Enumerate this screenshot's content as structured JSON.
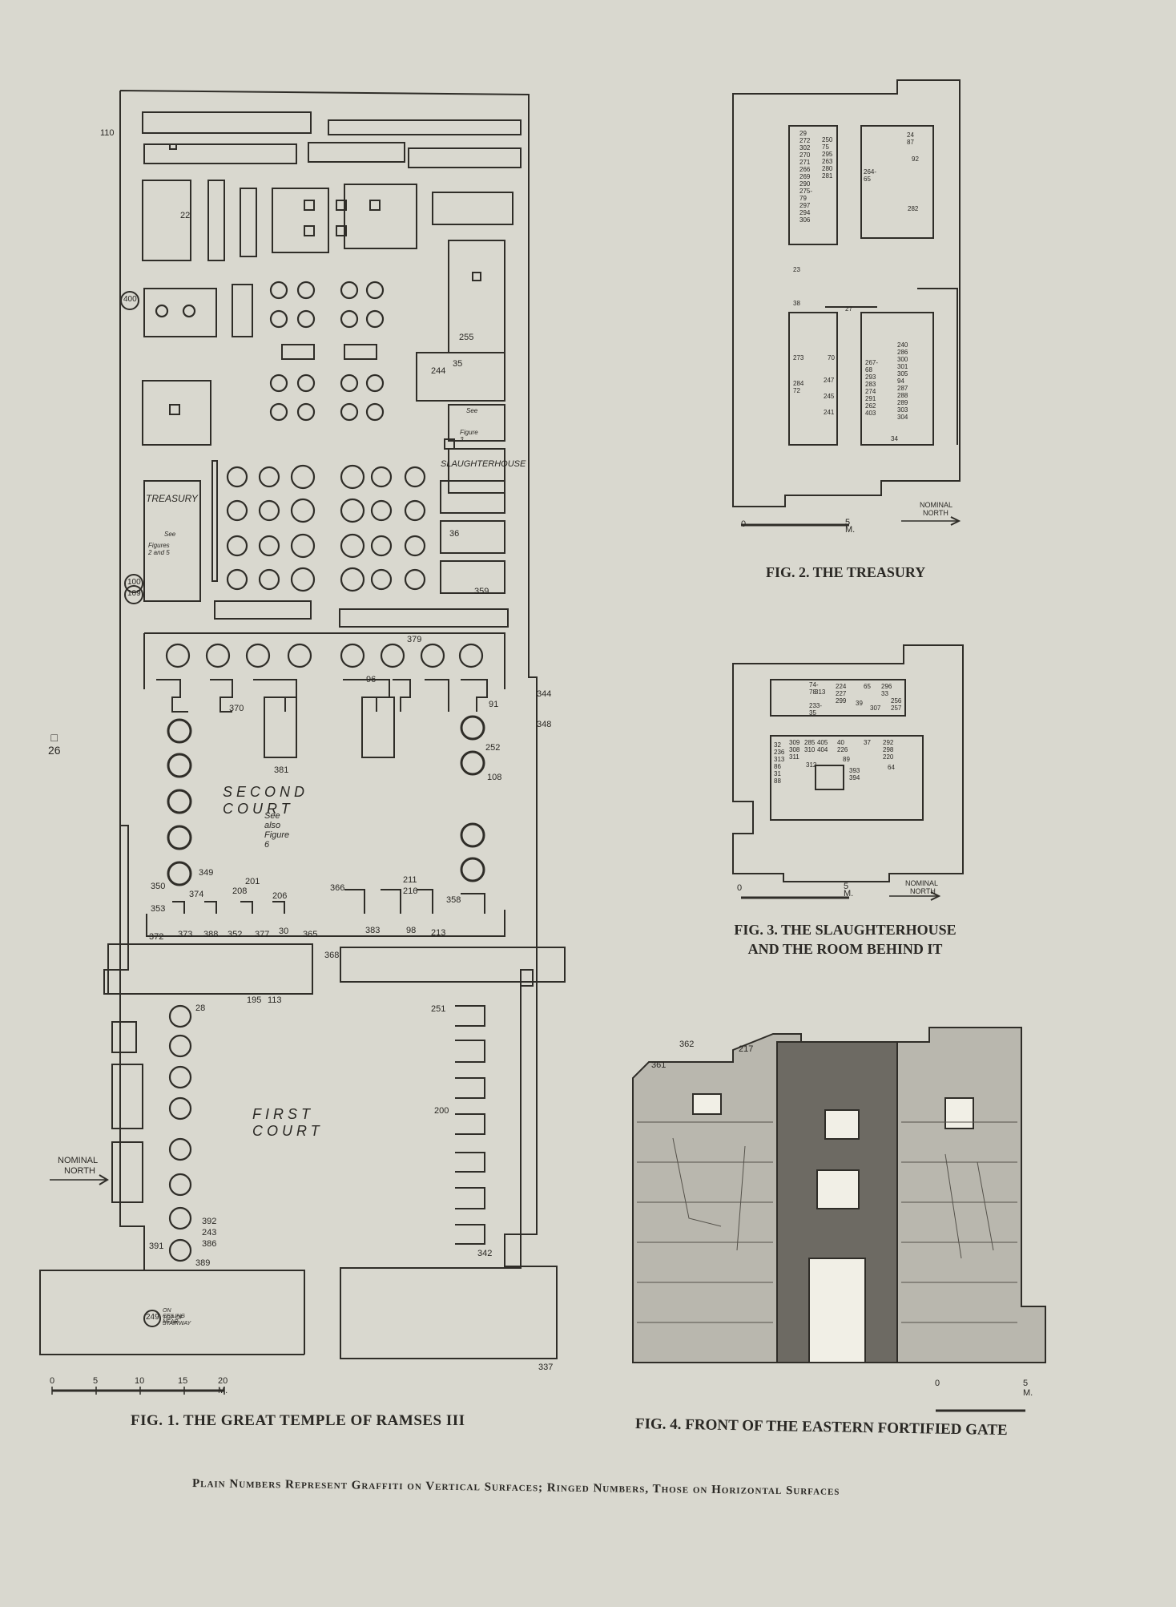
{
  "side_note": [
    "□",
    "26"
  ],
  "fig1": {
    "caption": "FIG. 1. THE GREAT TEMPLE OF RAMSES III",
    "second_court": "SECOND COURT",
    "see_also": "See also Figure 6",
    "first_court": "FIRST COURT",
    "treasury": "TREASURY",
    "see_treasury": [
      "See",
      "Figures 2 and 5"
    ],
    "slaughterhouse": "SLAUGHTERHOUSE",
    "see_slaughter": [
      "See",
      "Figure 3"
    ],
    "nominal_north": [
      "NOMINAL",
      "NORTH"
    ],
    "ceiling_note": [
      "ON CEILING NEAR",
      "TOP OF STAIRWAY"
    ],
    "scale": [
      "0",
      "5",
      "10",
      "15",
      "20 M."
    ],
    "numbers": [
      "110",
      "22",
      "255",
      "35",
      "244",
      "36",
      "359",
      "379",
      "96",
      "91",
      "344",
      "348",
      "252",
      "108",
      "370",
      "381",
      "349",
      "350",
      "353",
      "374",
      "201",
      "208",
      "206",
      "366",
      "211",
      "216",
      "358",
      "372",
      "373",
      "388",
      "352",
      "377",
      "30",
      "365",
      "383",
      "98",
      "213",
      "368",
      "195",
      "113",
      "28",
      "251",
      "200",
      "392",
      "243",
      "386",
      "391",
      "389",
      "342",
      "337"
    ],
    "ringed": [
      "400",
      "100",
      "109",
      "249"
    ]
  },
  "fig2": {
    "caption": "FIG. 2. THE TREASURY",
    "scale": [
      "0",
      "5 M."
    ],
    "nominal_north": [
      "NOMINAL",
      "NORTH"
    ],
    "numbers": [
      "29",
      "272",
      "302",
      "270",
      "271",
      "266",
      "269",
      "290",
      "275-79",
      "297",
      "294",
      "306",
      "250",
      "75",
      "295",
      "263",
      "280",
      "281",
      "264-65",
      "24",
      "87",
      "92",
      "282",
      "23",
      "38",
      "27",
      "273",
      "70",
      "284",
      "72",
      "247",
      "245",
      "241",
      "267-68",
      "293",
      "283",
      "274",
      "291",
      "262",
      "403",
      "240",
      "286",
      "300",
      "301",
      "305",
      "94",
      "287",
      "288",
      "289",
      "303",
      "304",
      "34"
    ]
  },
  "fig3": {
    "caption": [
      "FIG. 3. THE SLAUGHTERHOUSE",
      "AND THE ROOM BEHIND IT"
    ],
    "scale": [
      "0",
      "5 M."
    ],
    "nominal_north": [
      "NOMINAL",
      "NORTH"
    ],
    "numbers": [
      "74-78",
      "313",
      "224",
      "227",
      "299",
      "233-35",
      "65",
      "296",
      "33",
      "256",
      "257",
      "39",
      "307",
      "32",
      "236",
      "313",
      "86",
      "31",
      "88",
      "309",
      "308",
      "311",
      "285",
      "310",
      "312",
      "405",
      "404",
      "40",
      "226",
      "89",
      "37",
      "292",
      "298",
      "220",
      "64",
      "393",
      "394"
    ]
  },
  "fig4": {
    "caption": "FIG. 4. FRONT OF THE EASTERN FORTIFIED GATE",
    "numbers": [
      "362",
      "217",
      "361"
    ],
    "scale": [
      "0",
      "5 M."
    ]
  },
  "footer": "Plain Numbers Represent Graffiti on Vertical Surfaces; Ringed Numbers, Those on Horizontal Surfaces"
}
